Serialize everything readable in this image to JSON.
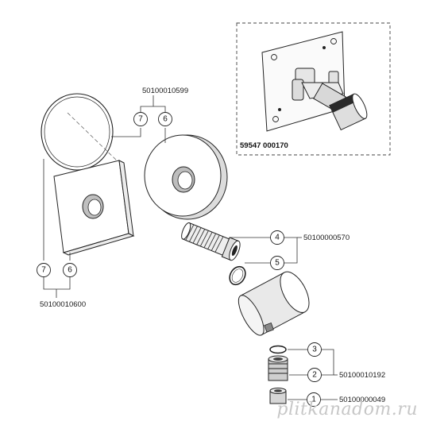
{
  "inset": {
    "code": "59547 000170"
  },
  "callouts": [
    {
      "id": "c7-top",
      "num": "7"
    },
    {
      "id": "c6-top",
      "num": "6"
    },
    {
      "id": "c7-left",
      "num": "7"
    },
    {
      "id": "c6-left",
      "num": "6"
    },
    {
      "id": "c4",
      "num": "4"
    },
    {
      "id": "c5",
      "num": "5"
    },
    {
      "id": "c3",
      "num": "3"
    },
    {
      "id": "c2",
      "num": "2"
    },
    {
      "id": "c1",
      "num": "1"
    }
  ],
  "part_numbers": {
    "rosette_ring_top": "50100010599",
    "rosette_ring_left": "50100010600",
    "extension_seal": "50100000570",
    "cartridge_nut": "50100010192",
    "bottom_part": "50100000049"
  },
  "watermark": "plitkanadom.ru"
}
